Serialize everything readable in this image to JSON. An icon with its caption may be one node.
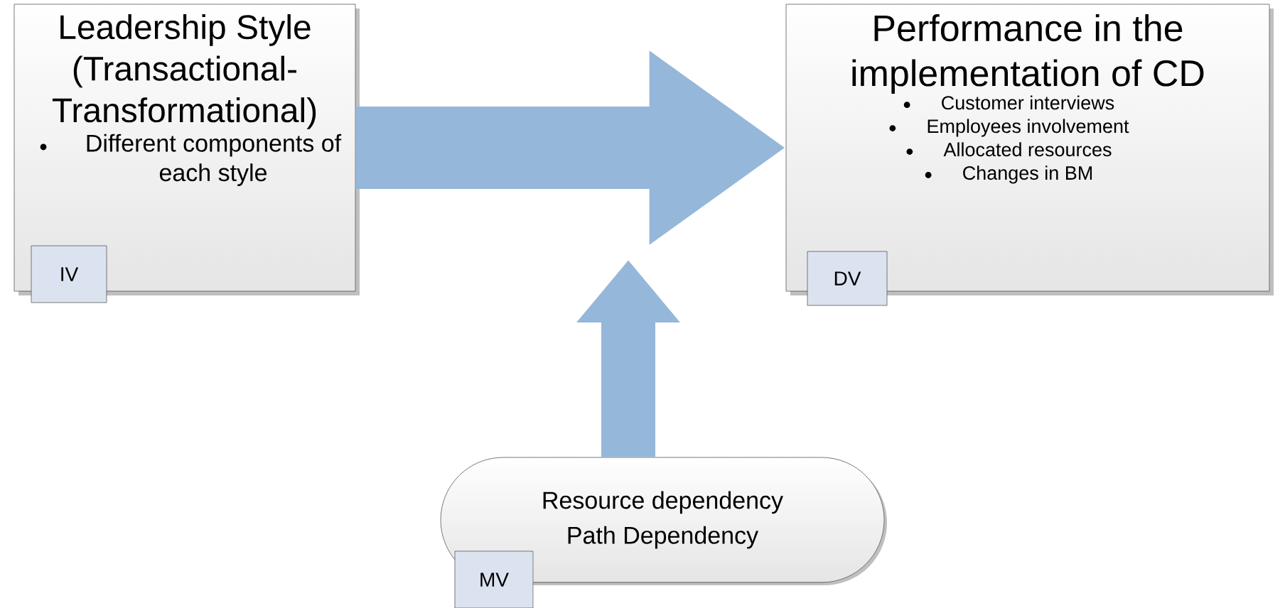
{
  "diagram": {
    "nodes": [
      {
        "text": [
          "Leadership Style (Transactional-Transformational)",
          "Different components of each style"
        ]
      },
      {
        "text": [
          "IV"
        ]
      },
      {
        "text": [
          "Performance in the implementation of CD",
          "Customer interviews",
          "Employees involvement",
          "Allocated  resources",
          "Changes in BM"
        ]
      },
      {
        "text": [
          "DV"
        ]
      },
      {
        "text": [
          "Resource dependency",
          "Path Dependency"
        ]
      },
      {
        "text": [
          "MV"
        ]
      }
    ],
    "edges": [
      {
        "from": 0,
        "to": 2,
        "arrow": "to"
      },
      {
        "from": 4,
        "to": null,
        "arrow": "to"
      }
    ]
  }
}
